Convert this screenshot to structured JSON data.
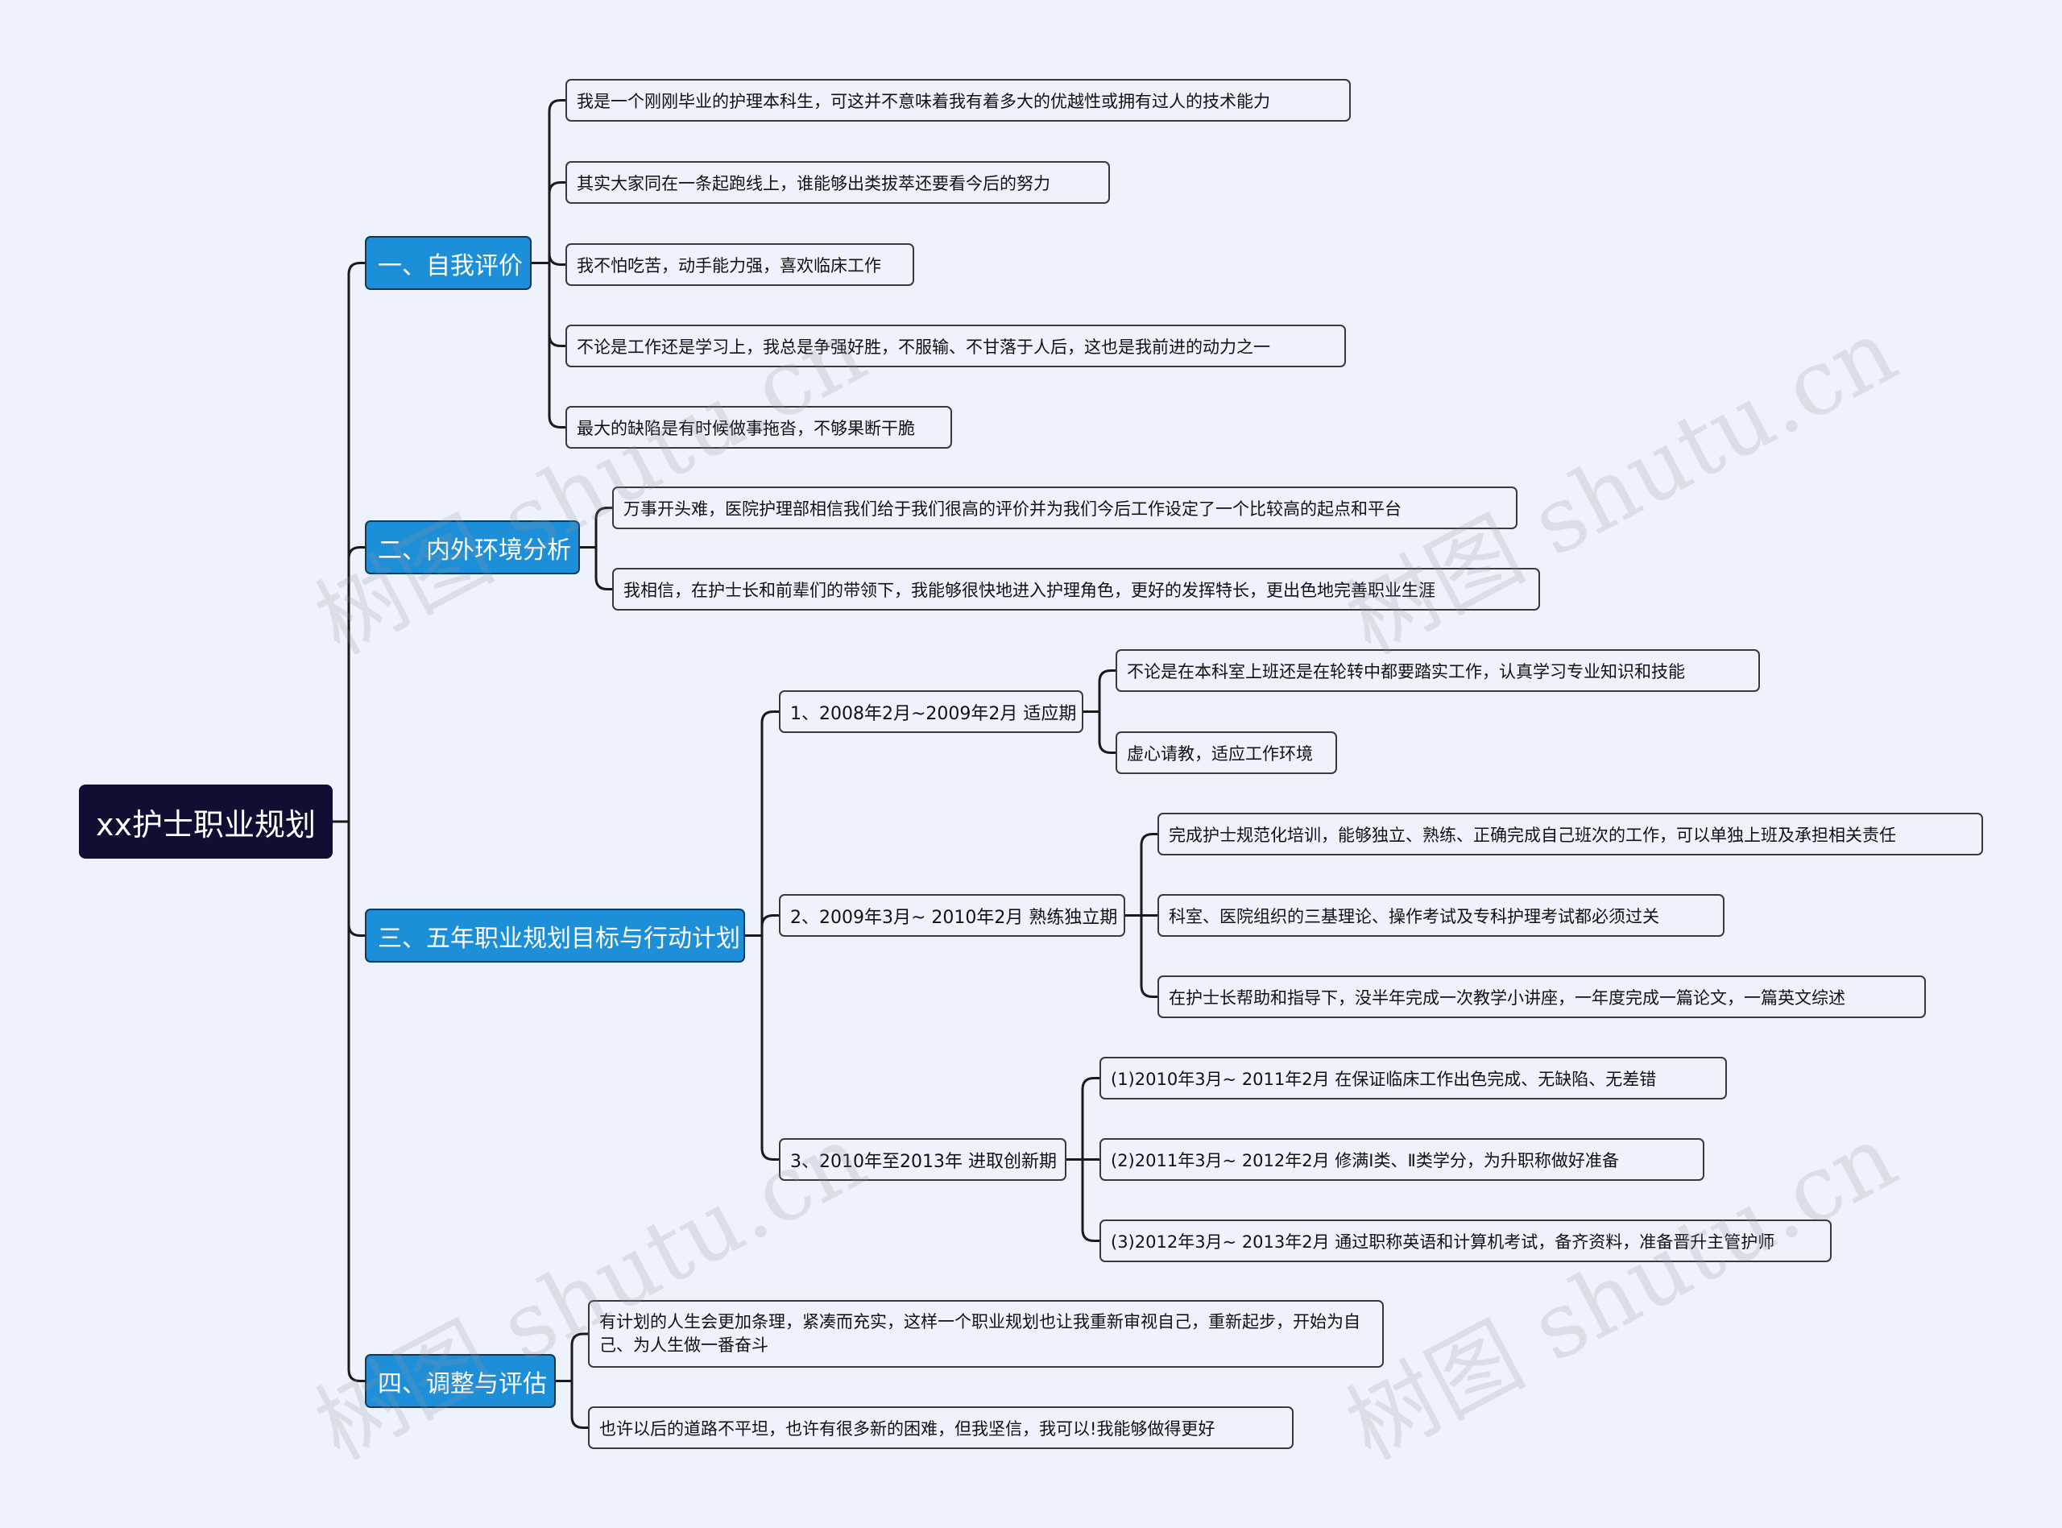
{
  "root": "xx护士职业规划",
  "branches": [
    {
      "label": "一、自我评价",
      "items": [
        "我是一个刚刚毕业的护理本科生，可这并不意味着我有着多大的优越性或拥有过人的技术能力",
        "其实大家同在一条起跑线上，谁能够出类拔萃还要看今后的努力",
        "我不怕吃苦，动手能力强，喜欢临床工作",
        "不论是工作还是学习上，我总是争强好胜，不服输、不甘落于人后，这也是我前进的动力之一",
        "最大的缺陷是有时候做事拖沓，不够果断干脆"
      ]
    },
    {
      "label": "二、内外环境分析",
      "items": [
        "万事开头难，医院护理部相信我们给于我们很高的评价并为我们今后工作设定了一个比较高的起点和平台",
        "我相信，在护士长和前辈们的带领下，我能够很快地进入护理角色，更好的发挥特长，更出色地完善职业生涯"
      ]
    },
    {
      "label": "三、五年职业规划目标与行动计划",
      "phases": [
        {
          "label": "1、2008年2月~2009年2月 适应期",
          "items": [
            "不论是在本科室上班还是在轮转中都要踏实工作，认真学习专业知识和技能",
            "虚心请教，适应工作环境"
          ]
        },
        {
          "label": "2、2009年3月~ 2010年2月 熟练独立期",
          "items": [
            "完成护士规范化培训，能够独立、熟练、正确完成自己班次的工作，可以单独上班及承担相关责任",
            "科室、医院组织的三基理论、操作考试及专科护理考试都必须过关",
            "在护士长帮助和指导下，没半年完成一次教学小讲座，一年度完成一篇论文，一篇英文综述"
          ]
        },
        {
          "label": "3、2010年至2013年 进取创新期",
          "items": [
            "(1)2010年3月~ 2011年2月 在保证临床工作出色完成、无缺陷、无差错",
            "(2)2011年3月~ 2012年2月 修满Ⅰ类、Ⅱ类学分，为升职称做好准备",
            "(3)2012年3月~ 2013年2月 通过职称英语和计算机考试，备齐资料，准备晋升主管护师"
          ]
        }
      ]
    },
    {
      "label": "四、调整与评估",
      "items": [
        "有计划的人生会更加条理，紧凑而充实，这样一个职业规划也让我重新审视自己，重新起步，开始为自己、为人生做一番奋斗",
        "也许以后的道路不平坦，也许有很多新的困难，但我坚信，我可以!我能够做得更好"
      ]
    }
  ],
  "watermark": "树图 shutu.cn",
  "colors": {
    "background": "#eef2fc",
    "root": "#0e0f33",
    "main": "#1d8fd8",
    "line": "#1a1a1a"
  }
}
